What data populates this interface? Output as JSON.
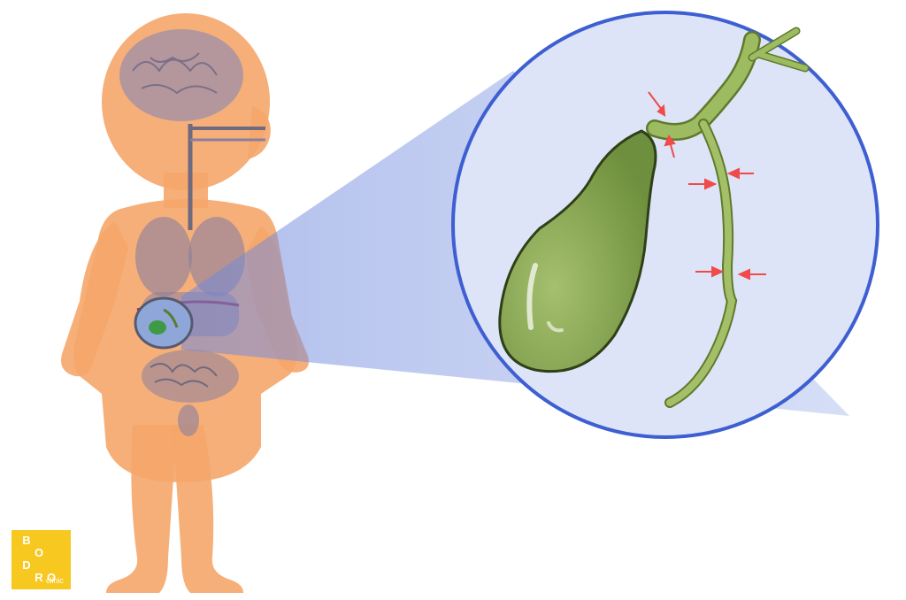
{
  "logo": {
    "letters": [
      "B",
      "O",
      "D",
      "R",
      "O"
    ],
    "tagline": "clinic"
  },
  "colors": {
    "background": "#ffffff",
    "body": "#f5a66a",
    "organs": "#8a7f9e",
    "magnifier_beam": "#7f97e0",
    "circle_fill": "#dde4f7",
    "circle_border": "#3e5fd1",
    "gallbladder": "#8fae5a",
    "arrows": "#f04a4a",
    "logo_bg": "#f7c81f"
  }
}
